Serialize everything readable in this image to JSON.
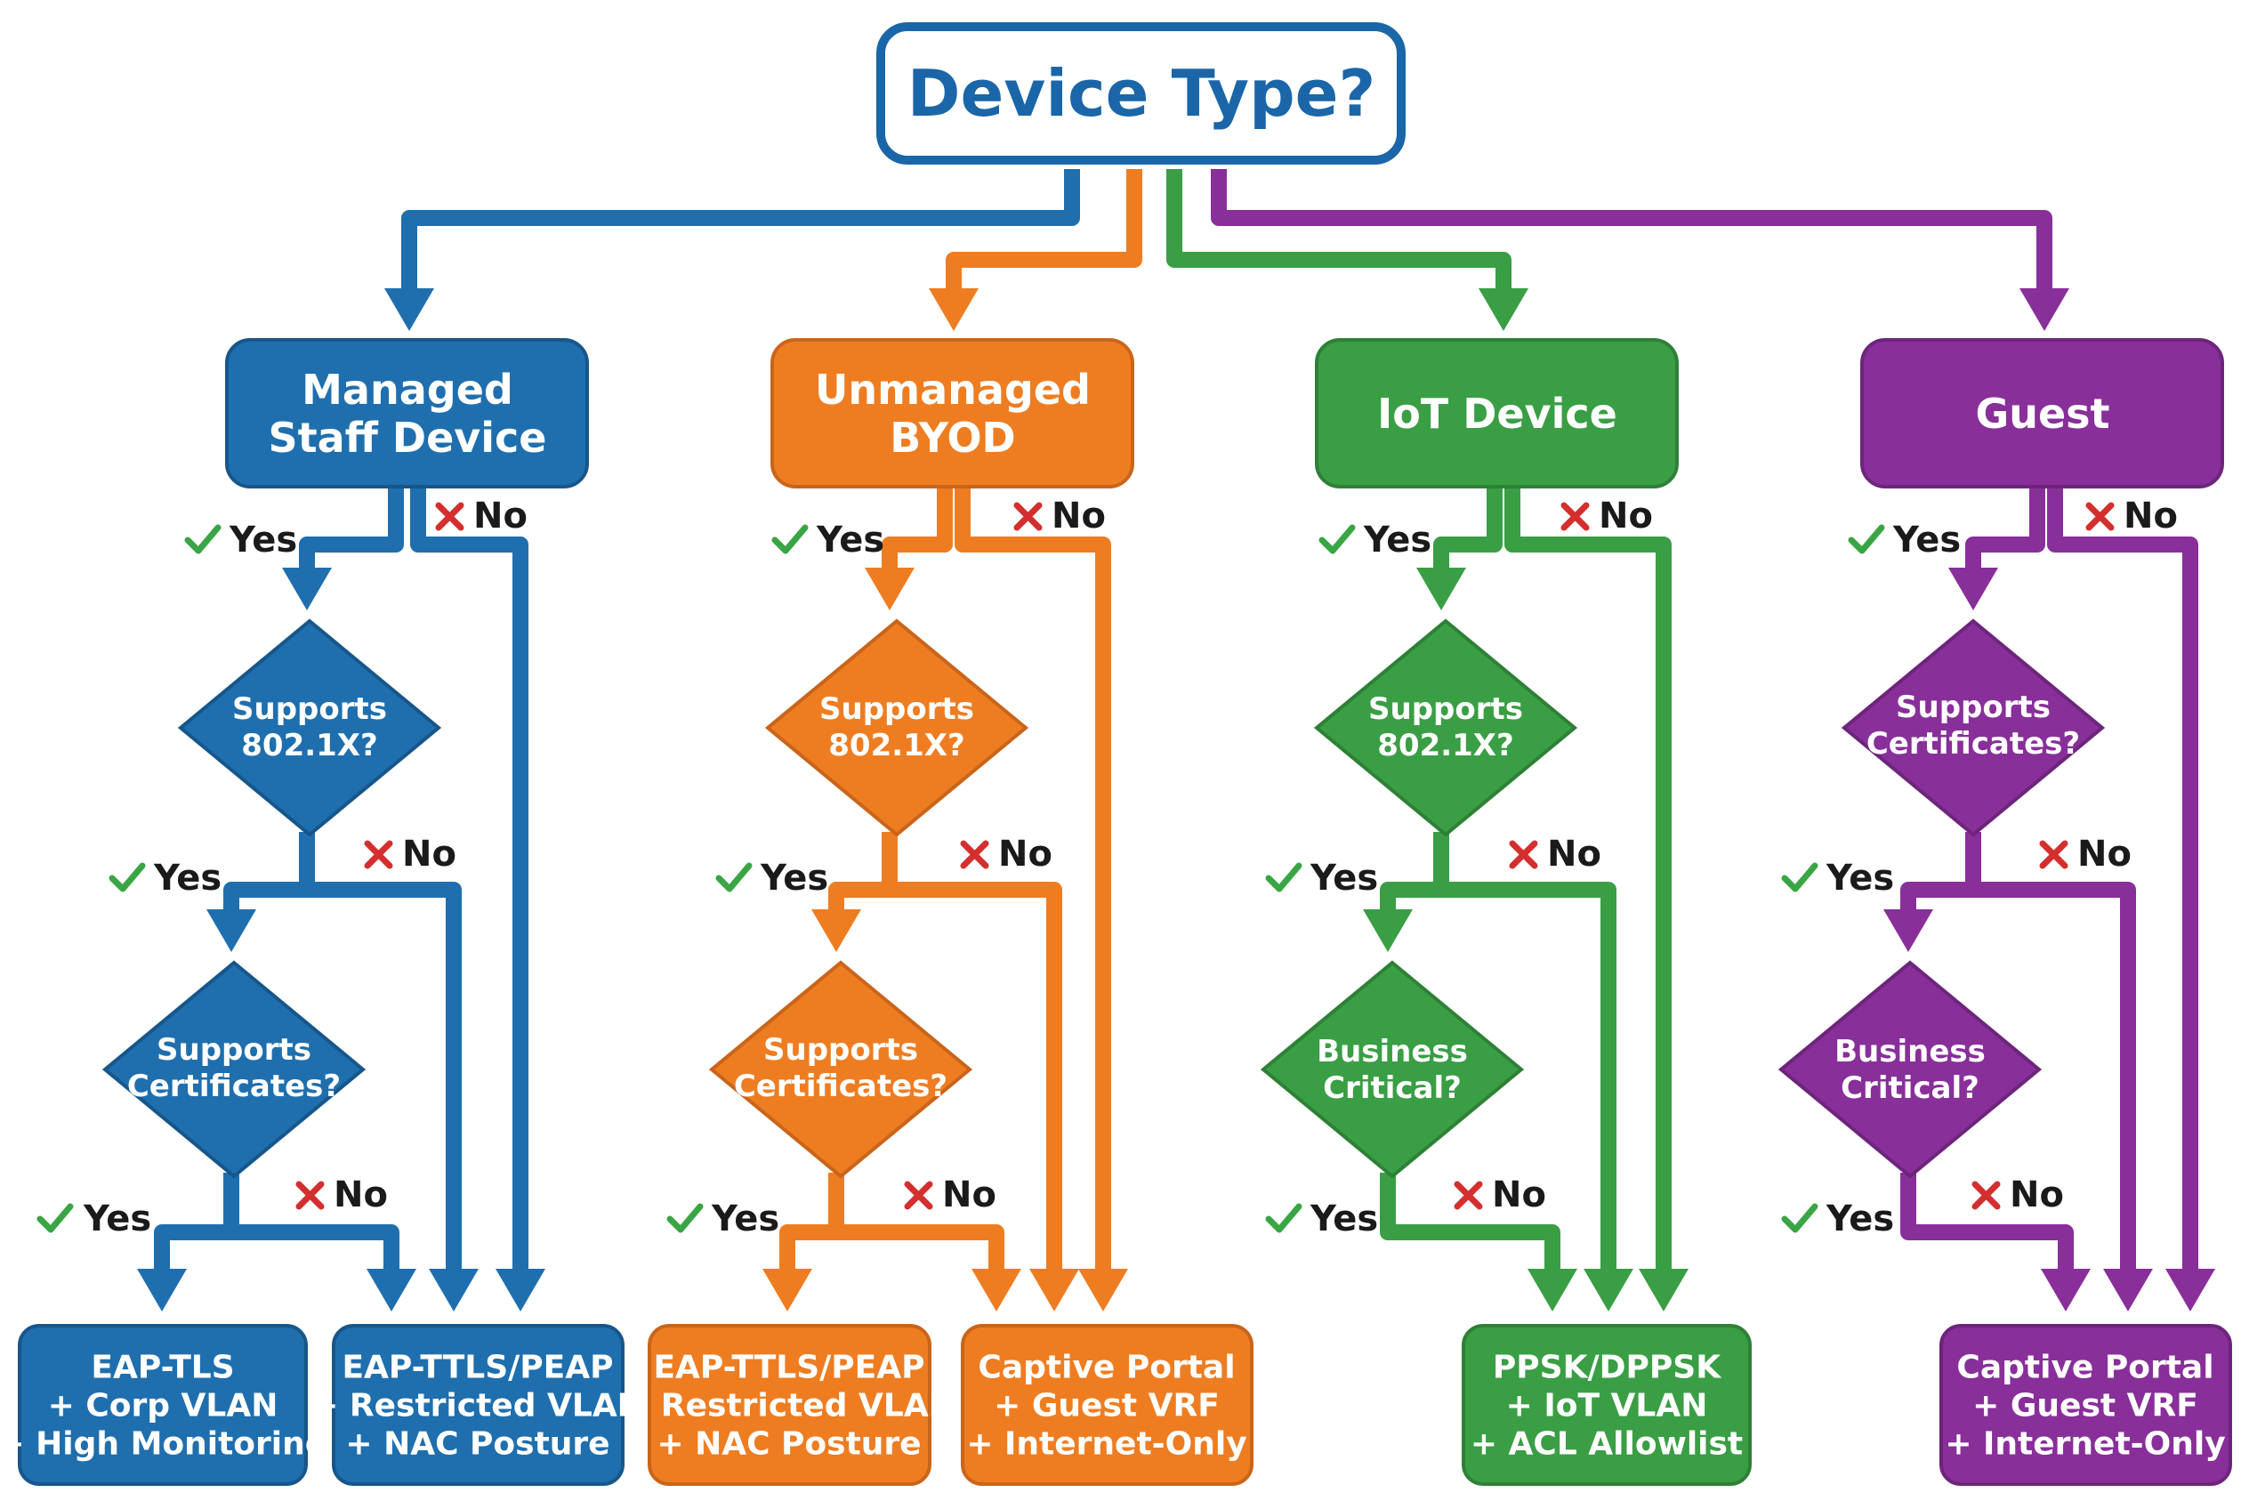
{
  "root": {
    "label": "Device Type?",
    "color": "#1a66a8"
  },
  "colors": {
    "blue": "#1f6fae",
    "orange": "#ee7d22",
    "green": "#3a9e45",
    "purple": "#882f9a",
    "yes_check": "#3aa545",
    "no_cross": "#d32f2f"
  },
  "branch_labels": {
    "yes": "Yes",
    "no": "No"
  },
  "categories": [
    {
      "id": "managed",
      "label": [
        "Managed",
        "Staff Device"
      ],
      "question1": [
        "Supports",
        "802.1X?"
      ],
      "question2": [
        "Supports",
        "Certificates?"
      ],
      "outcomes": [
        [
          "EAP-TLS",
          "+ Corp VLAN",
          "+ High Monitoring"
        ],
        [
          "EAP-TTLS/PEAP",
          "+ Restricted VLAN",
          "+ NAC Posture"
        ]
      ]
    },
    {
      "id": "byod",
      "label": [
        "Unmanaged",
        "BYOD"
      ],
      "question1": [
        "Supports",
        "802.1X?"
      ],
      "question2": [
        "Supports",
        "Certificates?"
      ],
      "outcomes": [
        [
          "EAP-TTLS/PEAP",
          "+ Restricted VLAN",
          "+ NAC Posture"
        ],
        [
          "Captive Portal",
          "+ Guest VRF",
          "+ Internet-Only"
        ]
      ]
    },
    {
      "id": "iot",
      "label": [
        "IoT Device"
      ],
      "question1": [
        "Supports",
        "802.1X?"
      ],
      "question2": [
        "Business",
        "Critical?"
      ],
      "outcomes": [
        [
          "PPSK/DPPSK",
          "+ IoT VLAN",
          "+ ACL Allowlist"
        ]
      ]
    },
    {
      "id": "guest",
      "label": [
        "Guest"
      ],
      "question1": [
        "Supports",
        "Certificates?"
      ],
      "question2": [
        "Business",
        "Critical?"
      ],
      "outcomes": [
        [
          "Captive Portal",
          "+ Guest VRF",
          "+ Internet-Only"
        ]
      ]
    }
  ]
}
